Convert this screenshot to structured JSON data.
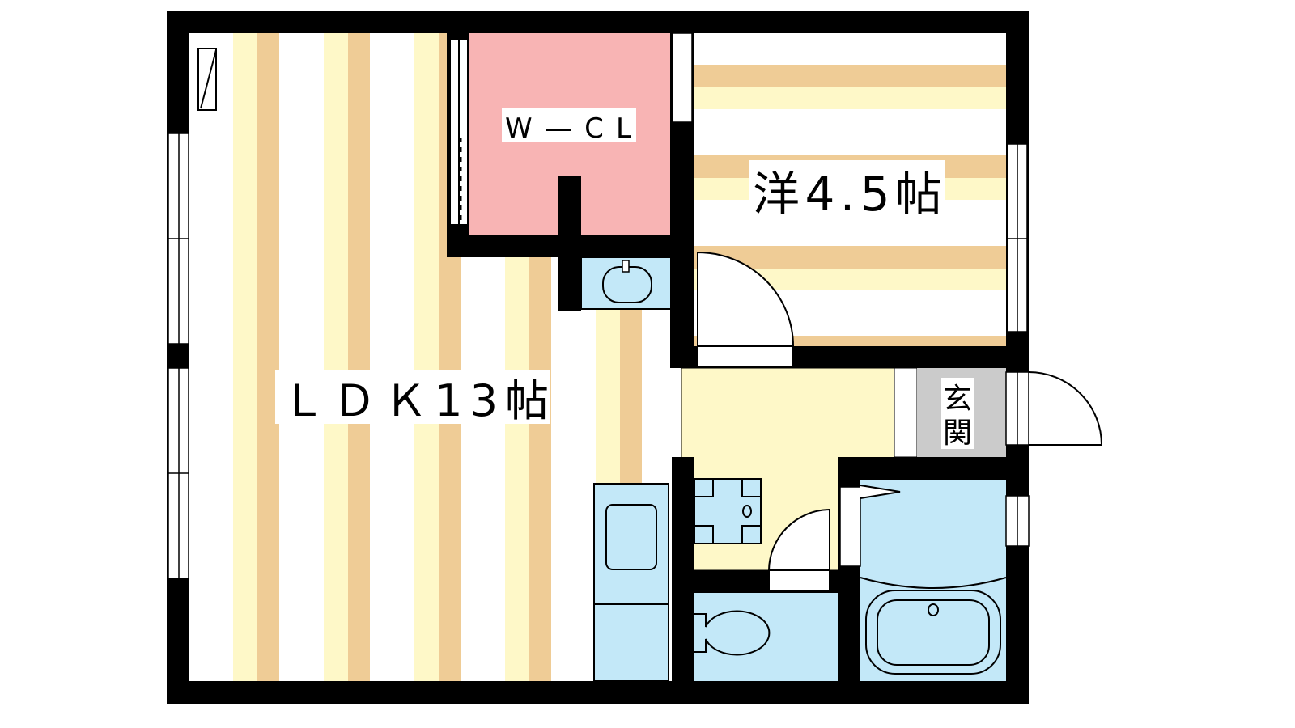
{
  "floor_plan": {
    "rooms": {
      "ldk": {
        "label": "ＬＤＫ13帖"
      },
      "western": {
        "label": "洋4.5帖"
      },
      "closet": {
        "label": "W—CL"
      },
      "entrance": {
        "label": "玄関"
      }
    },
    "colors": {
      "wall": "#000000",
      "floor_cream": "#fef8c8",
      "floor_tan": "#efcc96",
      "closet": "#f8b4b4",
      "wet_area": "#c3e8f8",
      "entrance": "#cbcbcb"
    }
  }
}
